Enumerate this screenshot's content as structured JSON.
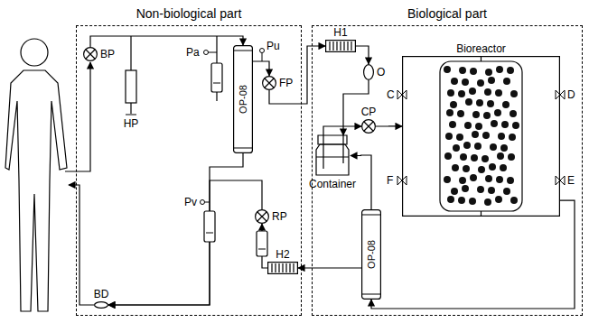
{
  "diagram": {
    "nodes": [
      {
        "text": [
          "Non-biological part"
        ]
      },
      {
        "text": [
          "Biological part"
        ]
      },
      {
        "text": [
          "BP"
        ],
        "in": 0
      },
      {
        "text": [
          "HP"
        ],
        "in": 0
      },
      {
        "text": [
          "OP-08"
        ],
        "in": 0
      },
      {
        "text": [
          "FP"
        ],
        "in": 0
      },
      {
        "text": [
          "RP"
        ],
        "in": 0
      },
      {
        "text": [
          "H2"
        ],
        "in": 0
      },
      {
        "text": [
          "BD"
        ],
        "in": 0
      },
      {
        "text": [
          "H1"
        ],
        "in": 1
      },
      {
        "text": [
          "O"
        ],
        "in": 1
      },
      {
        "text": [
          "CP"
        ],
        "in": 1
      },
      {
        "text": [
          "Container"
        ],
        "in": 1
      },
      {
        "text": [
          "Bioreactor"
        ],
        "in": 1
      },
      {
        "text": [
          "OP-08"
        ],
        "in": 1
      }
    ],
    "edges": [
      {
        "from": 2,
        "to": 4,
        "arrow": "to"
      },
      {
        "from": 4,
        "to": 5,
        "arrow": "to"
      },
      {
        "from": 5,
        "to": 9,
        "arrow": "to"
      },
      {
        "from": 9,
        "to": 10,
        "arrow": "to"
      },
      {
        "from": 10,
        "to": 12,
        "arrow": "to"
      },
      {
        "from": 12,
        "to": 11,
        "arrow": "to"
      },
      {
        "from": 11,
        "to": 13,
        "arrow": "to"
      },
      {
        "from": 13,
        "to": 14,
        "arrow": "to"
      },
      {
        "from": 14,
        "to": 12,
        "arrow": "to"
      },
      {
        "from": 14,
        "to": 7,
        "arrow": "to"
      },
      {
        "from": 7,
        "to": 6,
        "arrow": "to"
      },
      {
        "from": 6,
        "to": 8,
        "arrow": "to"
      },
      {
        "from": 4,
        "to": 8,
        "arrow": "to"
      }
    ],
    "labels": [
      "Pa",
      "Pu",
      "Pv",
      "C",
      "D",
      "F",
      "E"
    ]
  }
}
